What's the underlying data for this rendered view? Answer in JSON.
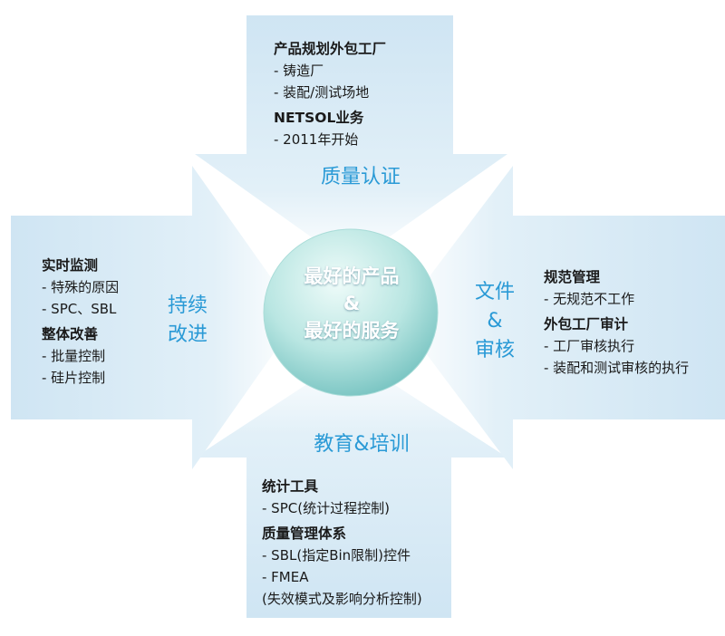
{
  "center": {
    "line1": "最好的产品",
    "line2": "&",
    "line3": "最好的服务"
  },
  "top": {
    "label": "质量认证",
    "groups": [
      {
        "heading": "产品规划外包工厂",
        "items": [
          "- 铸造厂",
          "- 装配/测试场地"
        ]
      },
      {
        "heading": "NETSOL业务",
        "items": [
          "- 2011年开始"
        ]
      }
    ]
  },
  "left": {
    "label_line1": "持续",
    "label_line2": "改进",
    "groups": [
      {
        "heading": "实时监测",
        "items": [
          "- 特殊的原因",
          "- SPC、SBL"
        ]
      },
      {
        "heading": "整体改善",
        "items": [
          "- 批量控制",
          "- 硅片控制"
        ]
      }
    ]
  },
  "right": {
    "label_line1": "文件",
    "label_line2": "&",
    "label_line3": "审核",
    "groups": [
      {
        "heading": "规范管理",
        "items": [
          "- 无规范不工作"
        ]
      },
      {
        "heading": "外包工厂审计",
        "items": [
          "- 工厂审核执行",
          "- 装配和测试审核的执行"
        ]
      }
    ]
  },
  "bottom": {
    "label": "教育&培训",
    "groups": [
      {
        "heading": "统计工具",
        "items": [
          "- SPC(统计过程控制)"
        ]
      },
      {
        "heading": "质量管理体系",
        "items": [
          "- SBL(指定Bin限制)控件",
          "- FMEA",
          "(失效模式及影响分析控制)"
        ]
      }
    ]
  },
  "colors": {
    "label": "#2a9ad6",
    "arrow_light": "#d9ecf7",
    "arrow_mid": "#bcdcef",
    "circle_light": "#e3f7f5",
    "circle_dark": "#7ec9c6"
  }
}
